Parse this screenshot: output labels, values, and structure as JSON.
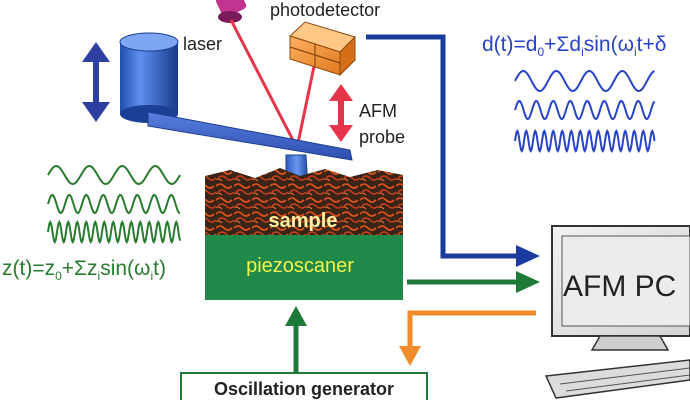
{
  "labels": {
    "photodetector": "photodetector",
    "laser": "laser",
    "afm_probe_line1": "AFM",
    "afm_probe_line2": "probe",
    "sample": "sample",
    "piezoscaner": "piezoscaner",
    "pc": "AFM PC",
    "oscillation_generator": "Oscillation generator"
  },
  "formulas": {
    "d": {
      "lhs": "d(t)=d",
      "sub0": "0",
      "plus": "+Σd",
      "subi": "i",
      "sin": "sin(ω",
      "subi2": "i",
      "tail": "t+δ"
    },
    "z": {
      "lhs": "z(t)=z",
      "sub0": "0",
      "plus": "+Σz",
      "subi": "i",
      "sin": "sin(ω",
      "subi2": "i",
      "tail": "t)"
    }
  },
  "colors": {
    "blue": "#1a3a9c",
    "green": "#1f7a3a",
    "orange": "#f08c2a",
    "laser_red": "#e8344a",
    "piezo_green": "#1f8a4a",
    "piezo_text": "#f5f24a",
    "sample_text": "#fff3a0",
    "formula_blue": "#2a44c8",
    "formula_green": "#2a7a30"
  }
}
